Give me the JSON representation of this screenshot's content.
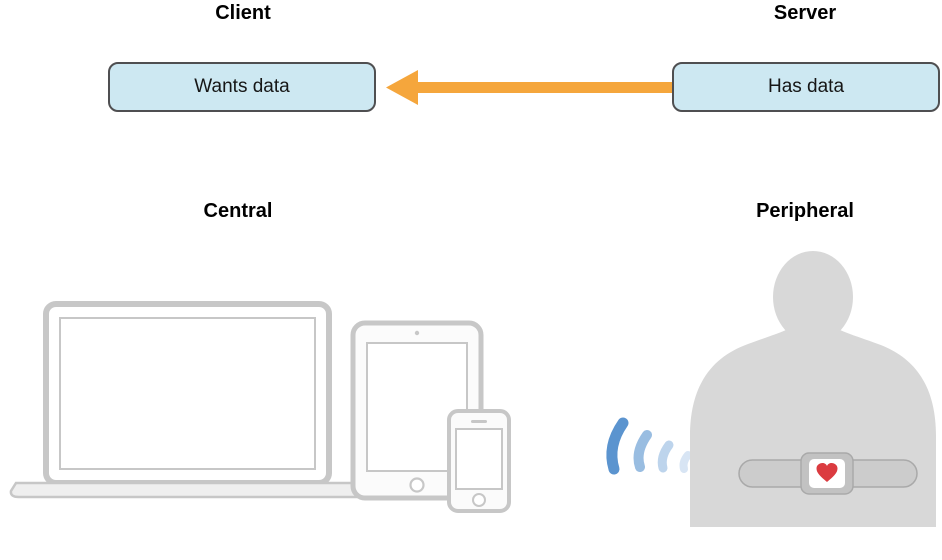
{
  "diagram": {
    "top": {
      "client": {
        "title": "Client",
        "box_label": "Wants data"
      },
      "server": {
        "title": "Server",
        "box_label": "Has data"
      }
    },
    "bottom": {
      "central": {
        "title": "Central"
      },
      "peripheral": {
        "title": "Peripheral"
      }
    },
    "icons": {
      "data_flow_arrow": "left-arrow",
      "wireless_signal": "signal-waves",
      "heart": "heart"
    },
    "colors": {
      "box_fill": "#cde8f2",
      "box_border": "#4f4f51",
      "arrow": "#f5a63c",
      "device_gray": "#c7c7c7",
      "silhouette_gray": "#d8d8d8",
      "strap_gray": "#cccccc",
      "strap_border": "#a9a9a9",
      "signal_blue": "#5b94cf",
      "heart_red": "#db3b40"
    }
  }
}
